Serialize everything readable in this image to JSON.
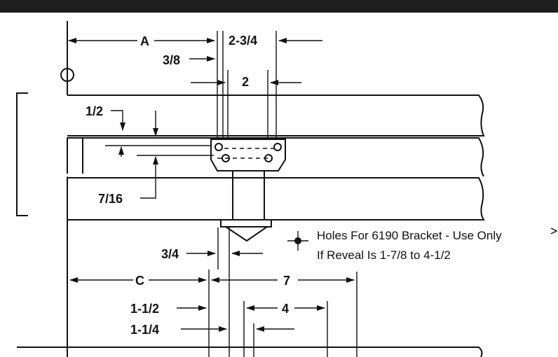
{
  "dimensions": {
    "a": "A",
    "two_three_quarter": "2-3/4",
    "three_eighths": "3/8",
    "two": "2",
    "one_half": "1/2",
    "seven_sixteenths": "7/16",
    "three_quarter": "3/4",
    "c": "C",
    "seven": "7",
    "one_and_half": "1-1/2",
    "four": "4",
    "one_and_quarter": "1-1/4"
  },
  "legend": {
    "line1": "Holes For 6190 Bracket - Use Only",
    "line2": "If Reveal Is 1-7/8 to 4-1/2"
  }
}
